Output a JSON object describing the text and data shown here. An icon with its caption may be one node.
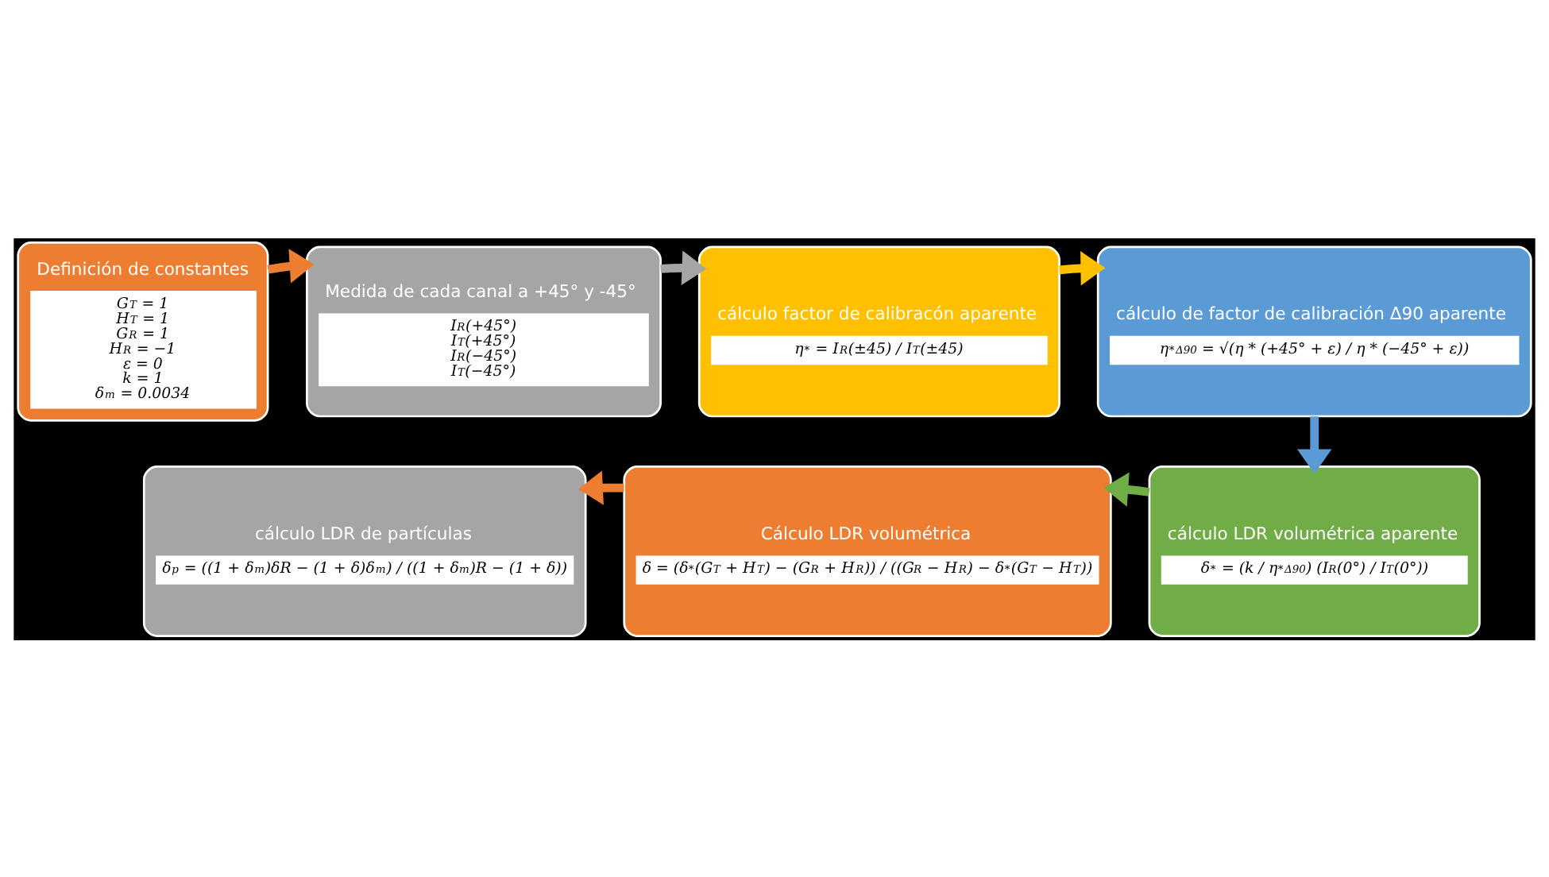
{
  "diagram": {
    "nodes": [
      {
        "text": [
          "Definición de constantes",
          "G$_{T}$ = 1",
          "H$_{T}$ = 1",
          "G$_{R}$ = 1",
          "H$_{R}$ = −1",
          "ε = 0",
          "k = 1",
          "δ$_{m}$ = 0.0034"
        ]
      },
      {
        "text": [
          "Medida de cada canal a +45° y -45°",
          "I$_{R}$(+45°)",
          "I$_{T}$(+45°)",
          "I$_{R}$(−45°)",
          "I$_{T}$(−45°)"
        ]
      },
      {
        "text": [
          "cálculo factor de calibracón aparente",
          "η$^{*}$ = I$_{R}$(±45) / I$_{T}$(±45)"
        ]
      },
      {
        "text": [
          "cálculo de factor de calibración Δ90 aparente",
          "η$^{*}$$_{Δ90}$ = √(η * (+45° + ε) / η * (−45° + ε))"
        ]
      },
      {
        "text": [
          "cálculo LDR volumétrica aparente",
          "δ$^{*}$ = (k / η$^{*}$$_{Δ90}$) (I$_{R}$(0°) / I$_{T}$(0°))"
        ]
      },
      {
        "text": [
          "Cálculo LDR volumétrica",
          "δ = (δ$^{*}$(G$_{T}$ + H$_{T}$) − (G$_{R}$ + H$_{R}$)) / ((G$_{R}$ − H$_{R}$) − δ$^{*}$(G$_{T}$ − H$_{T}$))"
        ]
      },
      {
        "text": [
          "cálculo LDR de partículas",
          "δ$_{p}$ = ((1 + δ$_{m}$)δR − (1 + δ)δ$_{m}$) / ((1 + δ$_{m}$)R − (1 + δ))"
        ]
      }
    ],
    "edges": [
      {
        "from": 0,
        "to": 1,
        "arrow": "to",
        "color": "#ed7d31"
      },
      {
        "from": 1,
        "to": 2,
        "arrow": "to",
        "color": "#a5a5a5"
      },
      {
        "from": 2,
        "to": 3,
        "arrow": "to",
        "color": "#ffc000"
      },
      {
        "from": 3,
        "to": 4,
        "arrow": "to",
        "color": "#5b9bd5"
      },
      {
        "from": 4,
        "to": 5,
        "arrow": "to",
        "color": "#70ad47"
      },
      {
        "from": 5,
        "to": 6,
        "arrow": "to",
        "color": "#ed7d31"
      }
    ]
  }
}
